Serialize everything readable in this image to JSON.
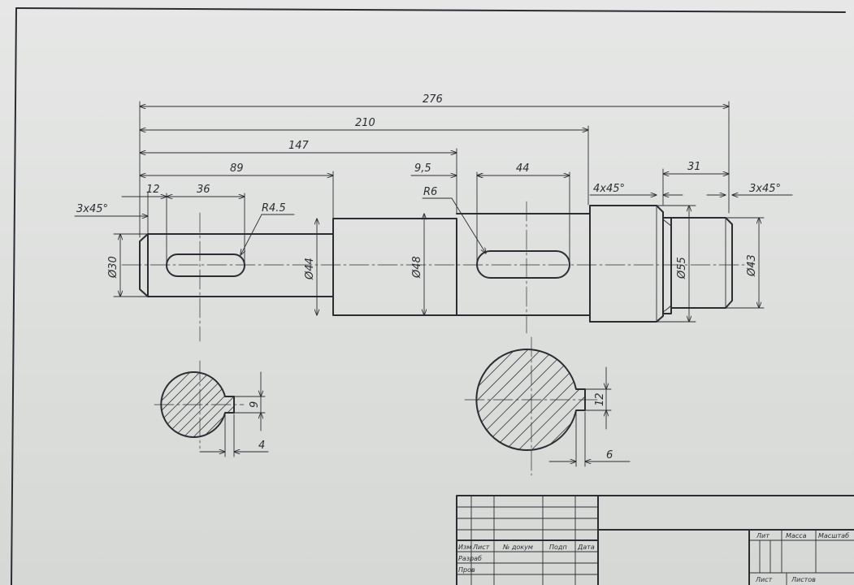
{
  "dimensions": {
    "d276": "276",
    "d210": "210",
    "d147": "147",
    "d89": "89",
    "d9_5": "9,5",
    "d44": "44",
    "d31": "31",
    "d12": "12",
    "d36": "36",
    "chamfer_left": "3x45°",
    "chamfer_mid": "4x45°",
    "chamfer_right": "3x45°",
    "r4_5": "R4.5",
    "r6": "R6",
    "dia30": "Ø30",
    "dia44": "Ø44",
    "dia48": "Ø48",
    "dia55": "Ø55",
    "dia43": "Ø43",
    "sec1_depth": "9",
    "sec1_width": "4",
    "sec2_depth": "12",
    "sec2_width": "6"
  },
  "title_block": {
    "izm": "Изм",
    "list": "Лист",
    "ndokum": "№ докум",
    "podp": "Подп",
    "data": "Дата",
    "razrab": "Разраб",
    "prov": "Пров",
    "lit": "Лит",
    "massa": "Масса",
    "masshtab": "Масштаб",
    "list2": "Лист",
    "listov": "Листов"
  }
}
